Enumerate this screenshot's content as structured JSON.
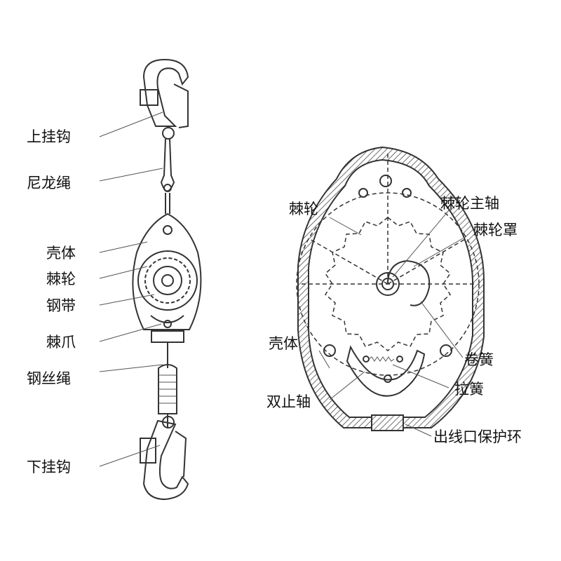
{
  "left_labels": {
    "upper_hook": "上挂钩",
    "nylon_rope": "尼龙绳",
    "shell": "壳体",
    "ratchet": "棘轮",
    "steel_strip": "钢带",
    "pawl": "棘爪",
    "wire_rope": "钢丝绳",
    "lower_hook": "下挂钩"
  },
  "right_labels": {
    "ratchet": "棘轮",
    "ratchet_spindle": "棘轮主轴",
    "ratchet_cover": "棘轮罩",
    "shell": "壳体",
    "coil_spring": "卷簧",
    "double_stop_shaft": "双止轴",
    "tension_spring": "拉簧",
    "outlet_ring": "出线口保护环"
  }
}
